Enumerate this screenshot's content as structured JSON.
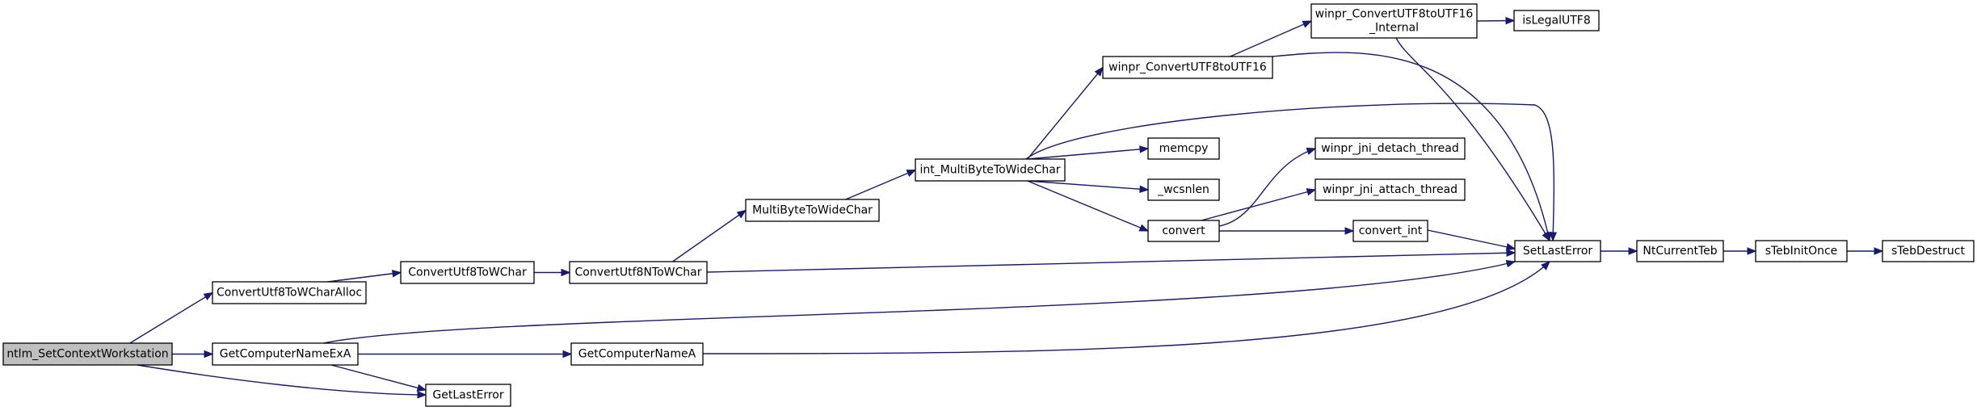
{
  "graph": {
    "root": "ntlm_SetContextWorkstation",
    "nodes": [
      {
        "id": "n_root",
        "label": "ntlm_SetContextWorkstation",
        "root": true
      },
      {
        "id": "n_cutfwca",
        "label": "ConvertUtf8ToWCharAlloc"
      },
      {
        "id": "n_gcnexa",
        "label": "GetComputerNameExA"
      },
      {
        "id": "n_gle",
        "label": "GetLastError"
      },
      {
        "id": "n_cutfwc",
        "label": "ConvertUtf8ToWChar"
      },
      {
        "id": "n_gcna",
        "label": "GetComputerNameA"
      },
      {
        "id": "n_cutf8n",
        "label": "ConvertUtf8NToWChar"
      },
      {
        "id": "n_mbtwc",
        "label": "MultiByteToWideChar"
      },
      {
        "id": "n_imbtwc",
        "label": "int_MultiByteToWideChar"
      },
      {
        "id": "n_wpcu",
        "label": "winpr_ConvertUTF8toUTF16"
      },
      {
        "id": "n_wpcui",
        "label": [
          "winpr_ConvertUTF8toUTF16",
          "_Internal"
        ]
      },
      {
        "id": "n_legal",
        "label": "isLegalUTF8"
      },
      {
        "id": "n_memcpy",
        "label": "memcpy"
      },
      {
        "id": "n_wcsnlen",
        "label": "_wcsnlen"
      },
      {
        "id": "n_convert",
        "label": "convert"
      },
      {
        "id": "n_jdetach",
        "label": "winpr_jni_detach_thread"
      },
      {
        "id": "n_jattach",
        "label": "winpr_jni_attach_thread"
      },
      {
        "id": "n_cint",
        "label": "convert_int"
      },
      {
        "id": "n_sle",
        "label": "SetLastError"
      },
      {
        "id": "n_ntct",
        "label": "NtCurrentTeb"
      },
      {
        "id": "n_stio",
        "label": "sTebInitOnce"
      },
      {
        "id": "n_std",
        "label": "sTebDestruct"
      }
    ],
    "edges": [
      [
        "n_root",
        "n_cutfwca"
      ],
      [
        "n_root",
        "n_gcnexa"
      ],
      [
        "n_root",
        "n_gle"
      ],
      [
        "n_cutfwca",
        "n_cutfwc"
      ],
      [
        "n_cutfwc",
        "n_cutf8n"
      ],
      [
        "n_cutf8n",
        "n_mbtwc"
      ],
      [
        "n_cutf8n",
        "n_sle"
      ],
      [
        "n_mbtwc",
        "n_imbtwc"
      ],
      [
        "n_imbtwc",
        "n_wpcu"
      ],
      [
        "n_imbtwc",
        "n_sle"
      ],
      [
        "n_imbtwc",
        "n_memcpy"
      ],
      [
        "n_imbtwc",
        "n_wcsnlen"
      ],
      [
        "n_imbtwc",
        "n_convert"
      ],
      [
        "n_wpcu",
        "n_wpcui"
      ],
      [
        "n_wpcu",
        "n_sle"
      ],
      [
        "n_wpcui",
        "n_legal"
      ],
      [
        "n_wpcui",
        "n_sle"
      ],
      [
        "n_convert",
        "n_jdetach"
      ],
      [
        "n_convert",
        "n_jattach"
      ],
      [
        "n_convert",
        "n_cint"
      ],
      [
        "n_cint",
        "n_sle"
      ],
      [
        "n_gcnexa",
        "n_sle"
      ],
      [
        "n_gcnexa",
        "n_gcna"
      ],
      [
        "n_gcnexa",
        "n_gle"
      ],
      [
        "n_gcna",
        "n_sle"
      ],
      [
        "n_sle",
        "n_ntct"
      ],
      [
        "n_ntct",
        "n_stio"
      ],
      [
        "n_stio",
        "n_std"
      ]
    ]
  }
}
